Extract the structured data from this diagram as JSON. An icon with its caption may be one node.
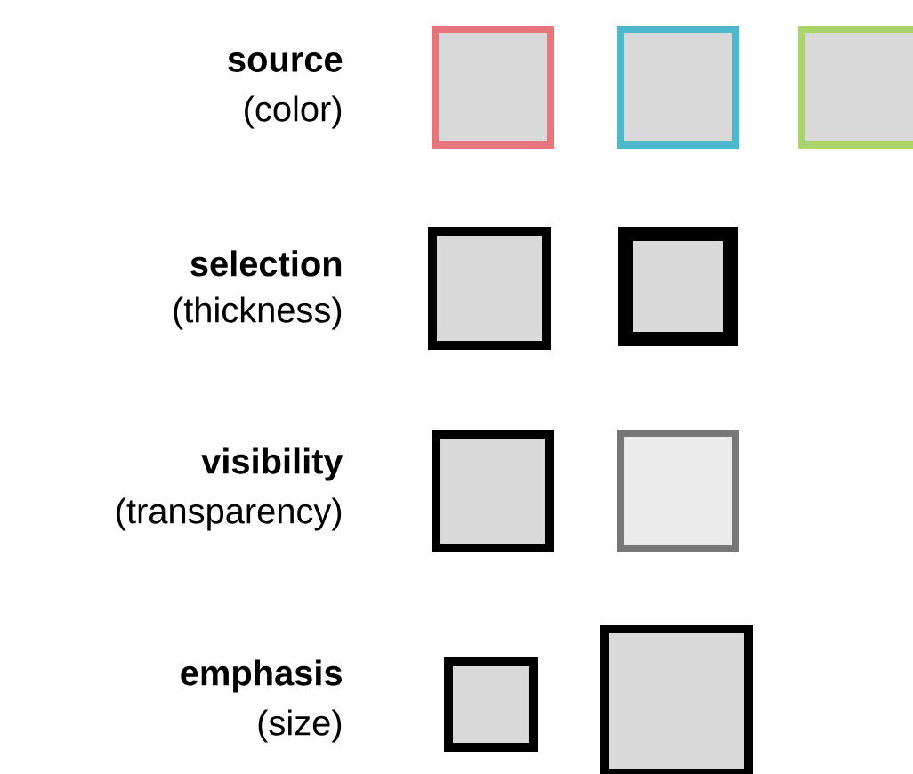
{
  "diagram": {
    "nodes": [
      {
        "text": [],
        "shape": "box"
      },
      {
        "text": [],
        "shape": "box"
      },
      {
        "text": [],
        "shape": "box"
      },
      {
        "text": [],
        "shape": "box"
      },
      {
        "text": [],
        "shape": "box"
      },
      {
        "text": [],
        "shape": "box"
      },
      {
        "text": [],
        "shape": "box"
      },
      {
        "text": [],
        "shape": "box"
      },
      {
        "text": [],
        "shape": "box"
      }
    ],
    "edges": [],
    "labels": [
      "source",
      "(color)",
      "selection",
      "(thickness)",
      "visibility",
      "(transparency)",
      "emphasis",
      "(size)"
    ]
  }
}
